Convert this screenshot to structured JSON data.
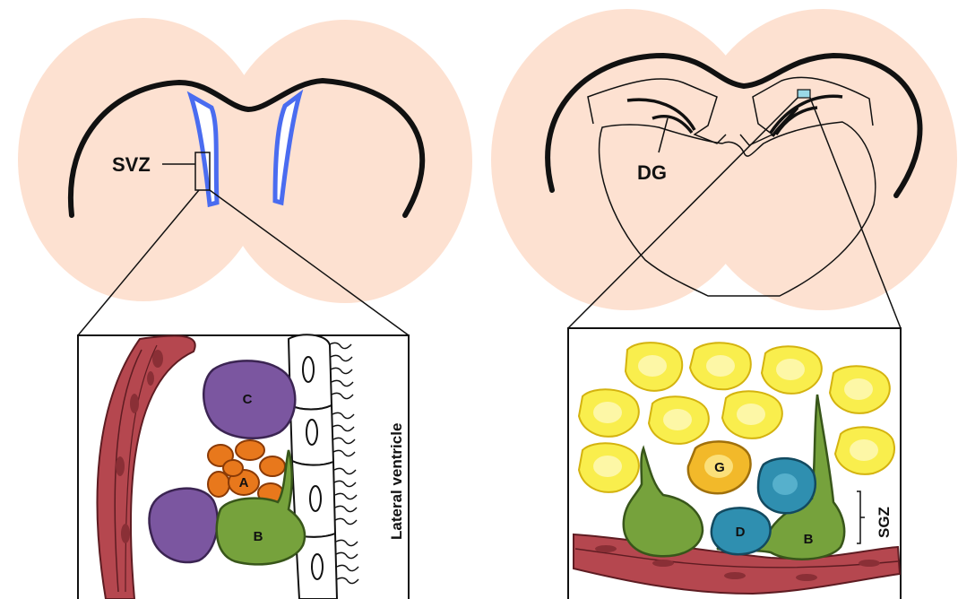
{
  "left_panel": {
    "region_label": "SVZ",
    "ventricle_label": "Lateral ventricle",
    "cells": {
      "c": "C",
      "a": "A",
      "b": "B"
    }
  },
  "right_panel": {
    "region_label": "DG",
    "layer_label": "SGZ",
    "cells": {
      "g": "G",
      "d": "D",
      "b": "B"
    }
  },
  "colors": {
    "brain": "#fde1d1",
    "outline": "#111111",
    "ventricle": "#4a6cf0",
    "vessel": "#b5474f",
    "cell_c": "#7b56a0",
    "cell_a": "#e8781c",
    "cell_b": "#76a23c",
    "cell_d": "#2f8fb0",
    "cell_g": "#f2b92a",
    "granule": "#f9ee4d"
  }
}
